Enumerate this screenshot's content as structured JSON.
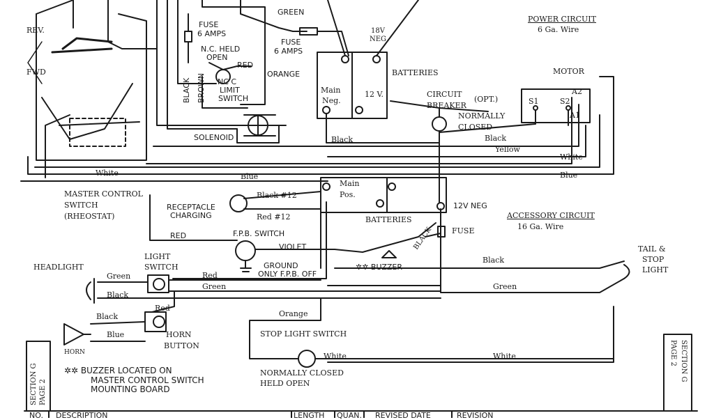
{
  "power_circuit": {
    "title": "POWER CIRCUIT",
    "wire": "6 Ga. Wire"
  },
  "accessory_circuit": {
    "title": "ACCESSORY CIRCUIT",
    "wire": "16 Ga. Wire"
  },
  "rev": "REV.",
  "fwd": "FWD",
  "fuse_top": [
    "FUSE",
    "6 AMPS"
  ],
  "fuse_mid": [
    "FUSE",
    "6 AMPS"
  ],
  "nc_held_open": [
    "N.C. HELD",
    "OPEN"
  ],
  "limit_switch": [
    "NC C",
    "LIMIT",
    "SWITCH"
  ],
  "solenoid": "SOLENOID",
  "batteries_top": "BATTERIES",
  "batteries_bottom": "BATTERIES",
  "main_neg": [
    "Main",
    "Neg."
  ],
  "main_pos": [
    "Main",
    "Pos."
  ],
  "twelve_v": "12 V.",
  "eighteen_v": [
    "18V",
    "NEG"
  ],
  "twelve_v_neg": "12V NEG",
  "circuit_breaker": [
    "CIRCUIT",
    "BREAKER"
  ],
  "opt": "(OPT.)",
  "normally_closed": [
    "NORMALLY",
    "CLOSED"
  ],
  "motor": {
    "title": "MOTOR",
    "s1": "S1",
    "s2": "S2",
    "a1": "A1",
    "a2": "A2"
  },
  "master_control": [
    "MASTER CONTROL",
    "SWITCH",
    "(RHEOSTAT)"
  ],
  "receptacle": [
    "RECEPTACLE",
    "CHARGING"
  ],
  "fpb_switch": "F.P.B. SWITCH",
  "ground": [
    "GROUND",
    "ONLY F.P.B. OFF"
  ],
  "buzzer": "✲✲ BUZZER",
  "buzzer_note": [
    "✲✲ BUZZER LOCATED ON",
    "MASTER CONTROL SWITCH",
    "MOUNTING BOARD"
  ],
  "fuse_small": "FUSE",
  "headlight": "HEADLIGHT",
  "light_switch": [
    "LIGHT",
    "SWITCH"
  ],
  "horn": "HORN",
  "horn_button": [
    "HORN",
    "BUTTON"
  ],
  "tail_stop": [
    "TAIL &",
    "STOP",
    "LIGHT"
  ],
  "stop_light_switch": "STOP LIGHT SWITCH",
  "stop_nc": [
    "NORMALLY CLOSED",
    "HELD OPEN"
  ],
  "section": [
    "SECTION G",
    "PAGE 2"
  ],
  "wires": {
    "green": "GREEN",
    "orange": "ORANGE",
    "red": "RED",
    "black_v": "BLACK",
    "brown_v": "BROWN",
    "black_motor": "Black",
    "black_bat": "Black",
    "yellow": "Yellow",
    "white_motor": "White",
    "blue_motor": "Blue",
    "blue_left": "Blue",
    "white_left": "White",
    "black12": "Black #12",
    "red12": "Red #12",
    "red_left": "RED",
    "violet": "VIOLET",
    "black_acc": "BLACK",
    "black_tail": "Black",
    "green_tail": "Green",
    "red_hl": "Red",
    "green_hl": "Green",
    "green_left": "Green",
    "black_left": "Black",
    "black_horn": "Black",
    "blue_horn": "Blue",
    "red_horn": "Red",
    "orange_bottom": "Orange",
    "white_stop": "White",
    "white_bottom": "White"
  },
  "title_block": {
    "no": "NO.",
    "description": "DESCRIPTION",
    "length": "LENGTH",
    "quan": "QUAN.",
    "revised": "REVISED DATE",
    "revision": "REVISION"
  }
}
